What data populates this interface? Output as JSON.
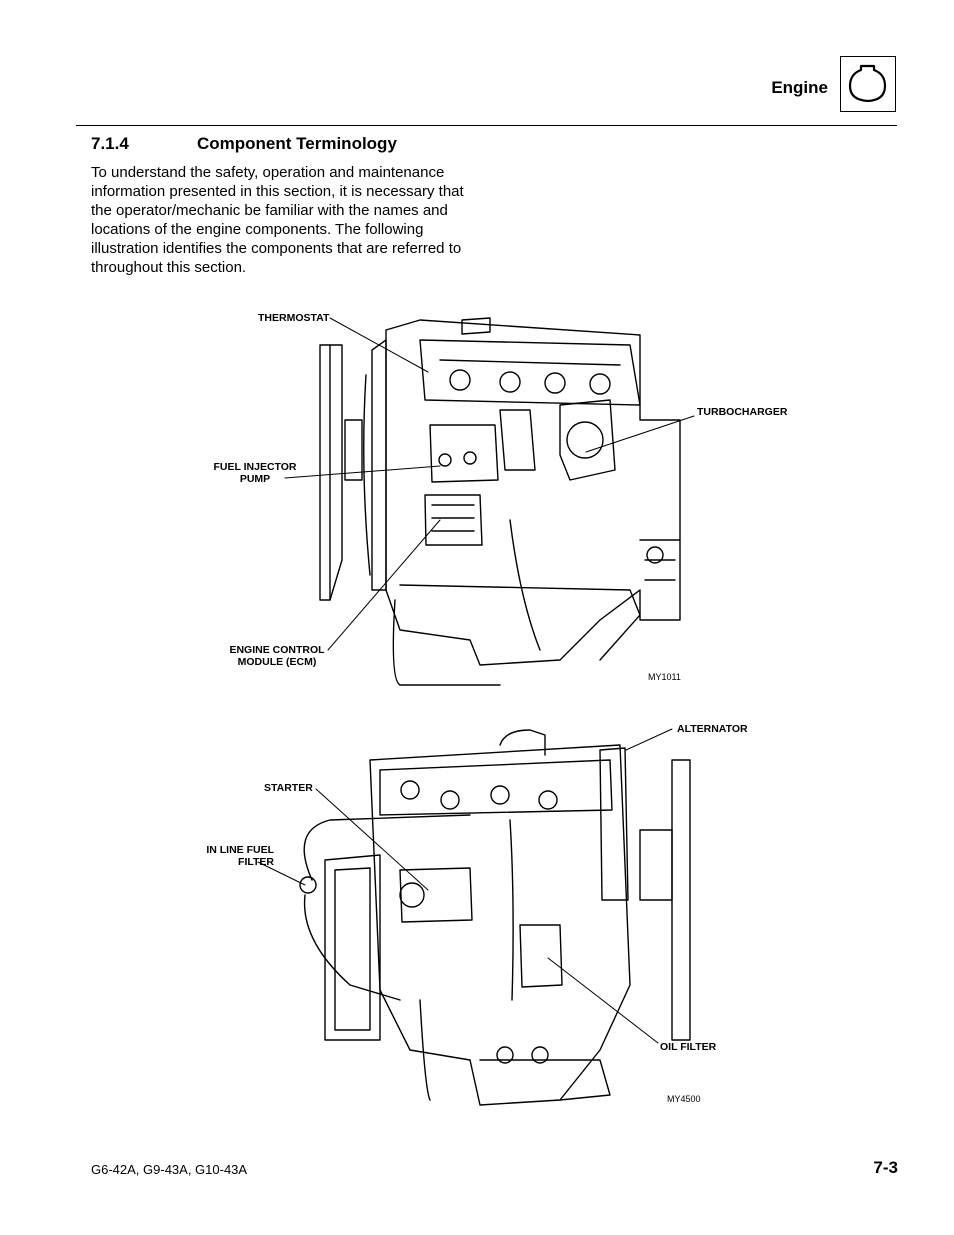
{
  "header": {
    "title": "Engine",
    "icon": "engine-outline-icon"
  },
  "section": {
    "number": "7.1.4",
    "title": "Component Terminology",
    "body": "To understand the safety, operation and maintenance information presented in this section, it is necessary that the operator/mechanic be familiar with the names and locations of the engine components. The following illustration identifies the components that are referred to throughout this section."
  },
  "figure1": {
    "id": "MY1011",
    "labels": {
      "thermostat": "THERMOSTAT",
      "turbocharger": "TURBOCHARGER",
      "fuel_pump_1": "FUEL INJECTOR",
      "fuel_pump_2": "PUMP",
      "ecm_1": "ENGINE CONTROL",
      "ecm_2": "MODULE (ECM)"
    }
  },
  "figure2": {
    "id": "MY4500",
    "labels": {
      "alternator": "ALTERNATOR",
      "starter": "STARTER",
      "fuel_filter_1": "IN LINE FUEL",
      "fuel_filter_2": "FILTER",
      "oil_filter": "OIL FILTER"
    }
  },
  "footer": {
    "models": "G6-42A, G9-43A, G10-43A",
    "page": "7-3"
  }
}
